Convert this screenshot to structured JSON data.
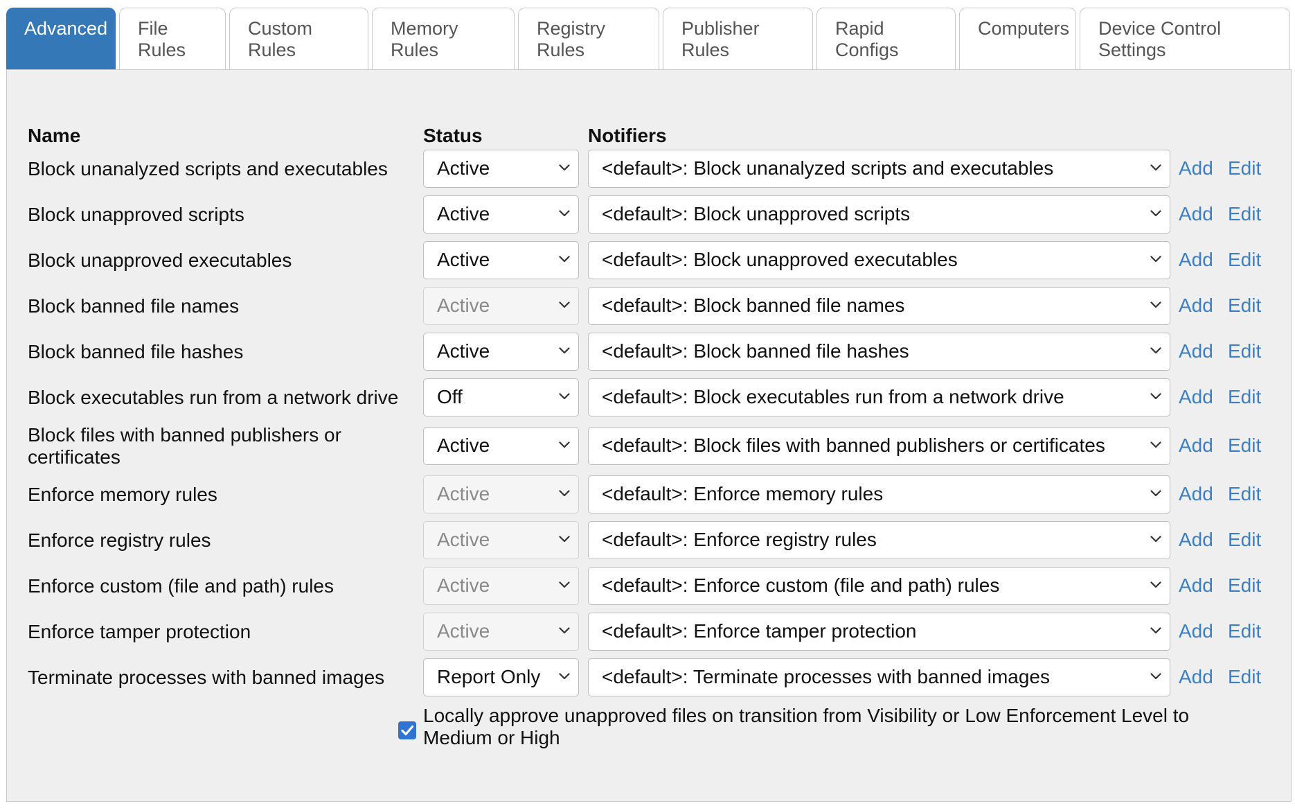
{
  "tabs": [
    {
      "label": "Advanced",
      "active": true
    },
    {
      "label": "File\nRules"
    },
    {
      "label": "Custom\nRules"
    },
    {
      "label": "Memory\nRules"
    },
    {
      "label": "Registry\nRules"
    },
    {
      "label": "Publisher\nRules"
    },
    {
      "label": "Rapid\nConfigs"
    },
    {
      "label": "Computers"
    },
    {
      "label": "Device Control\nSettings"
    }
  ],
  "headers": {
    "name": "Name",
    "status": "Status",
    "notifiers": "Notifiers"
  },
  "rows": [
    {
      "name": "Block unanalyzed scripts and executables",
      "status": "Active",
      "status_disabled": false,
      "notifier": "<default>: Block unanalyzed scripts and executables",
      "add": "Add",
      "edit": "Edit"
    },
    {
      "name": "Block unapproved scripts",
      "status": "Active",
      "status_disabled": false,
      "notifier": "<default>: Block unapproved scripts",
      "add": "Add",
      "edit": "Edit"
    },
    {
      "name": "Block unapproved executables",
      "status": "Active",
      "status_disabled": false,
      "notifier": "<default>: Block unapproved executables",
      "add": "Add",
      "edit": "Edit"
    },
    {
      "name": "Block banned file names",
      "status": "Active",
      "status_disabled": true,
      "notifier": "<default>: Block banned file names",
      "add": "Add",
      "edit": "Edit"
    },
    {
      "name": "Block banned file hashes",
      "status": "Active",
      "status_disabled": false,
      "notifier": "<default>: Block banned file hashes",
      "add": "Add",
      "edit": "Edit"
    },
    {
      "name": "Block executables run from a network drive",
      "status": "Off",
      "status_disabled": false,
      "notifier": "<default>: Block executables run from a network drive",
      "add": "Add",
      "edit": "Edit"
    },
    {
      "name": "Block files with banned publishers or certificates",
      "status": "Active",
      "status_disabled": false,
      "notifier": "<default>: Block files with banned publishers or certificates",
      "add": "Add",
      "edit": "Edit"
    },
    {
      "name": "Enforce memory rules",
      "status": "Active",
      "status_disabled": true,
      "notifier": "<default>: Enforce memory rules",
      "add": "Add",
      "edit": "Edit"
    },
    {
      "name": "Enforce registry rules",
      "status": "Active",
      "status_disabled": true,
      "notifier": "<default>: Enforce registry rules",
      "add": "Add",
      "edit": "Edit"
    },
    {
      "name": "Enforce custom (file and path) rules",
      "status": "Active",
      "status_disabled": true,
      "notifier": "<default>: Enforce custom (file and path) rules",
      "add": "Add",
      "edit": "Edit"
    },
    {
      "name": "Enforce tamper protection",
      "status": "Active",
      "status_disabled": true,
      "notifier": "<default>: Enforce tamper protection",
      "add": "Add",
      "edit": "Edit"
    },
    {
      "name": "Terminate processes with banned images",
      "status": "Report Only",
      "status_disabled": false,
      "notifier": "<default>: Terminate processes with banned images",
      "add": "Add",
      "edit": "Edit"
    }
  ],
  "checkbox": {
    "checked": true,
    "label": "Locally approve unapproved files on transition from Visibility or Low Enforcement Level to Medium or High"
  },
  "colors": {
    "accent": "#3478b8",
    "link": "#3b80c6",
    "checkbox": "#2f73d3",
    "panel_bg": "#efefef"
  }
}
